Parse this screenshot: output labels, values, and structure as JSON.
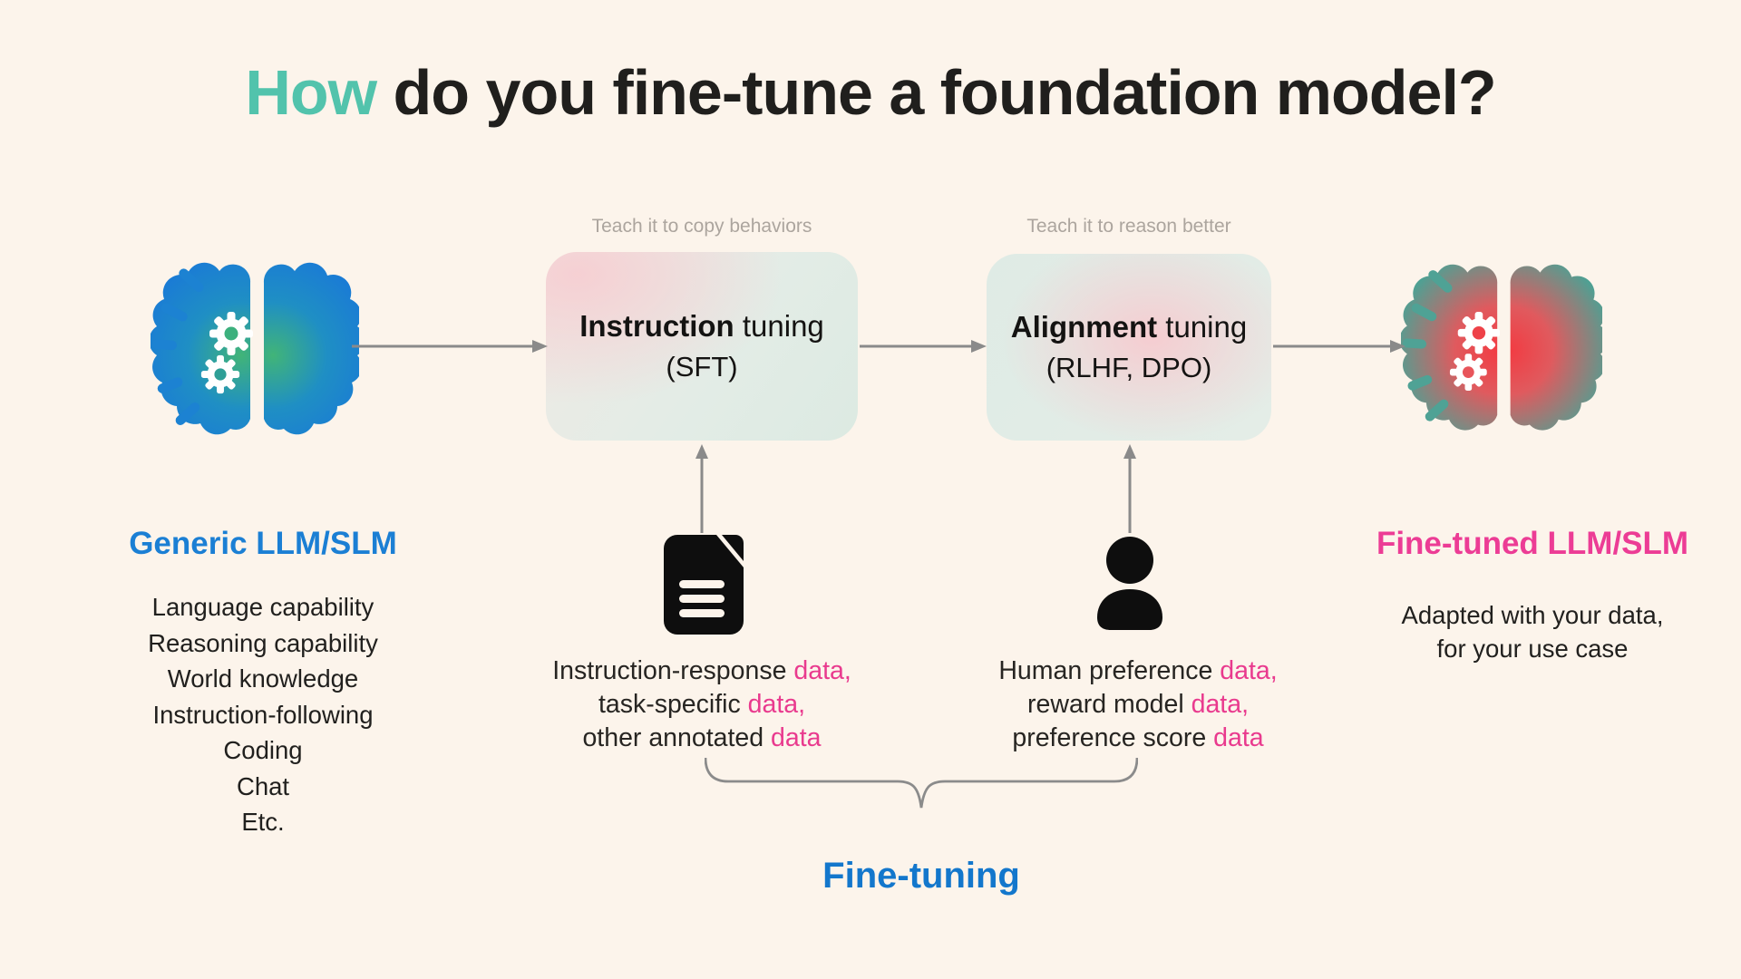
{
  "title": {
    "highlight": "How",
    "rest": " do you fine-tune a foundation model?"
  },
  "stages": {
    "instruction": {
      "caption": "Teach it to copy behaviors",
      "name_bold": "Instruction",
      "name_rest": " tuning",
      "subtitle": "(SFT)"
    },
    "alignment": {
      "caption": "Teach it to reason better",
      "name_bold": "Alignment",
      "name_rest": " tuning",
      "subtitle": "(RLHF, DPO)"
    }
  },
  "generic_model": {
    "heading": "Generic LLM/SLM",
    "capabilities": [
      "Language capability",
      "Reasoning capability",
      "World knowledge",
      "Instruction-following",
      "Coding",
      "Chat",
      "Etc."
    ]
  },
  "finetuned_model": {
    "heading": "Fine-tuned LLM/SLM",
    "line1": "Adapted with your data,",
    "line2": "for your use case"
  },
  "instruction_data": {
    "lines": [
      {
        "black": "Instruction-response ",
        "pink": "data,"
      },
      {
        "black": "task-specific ",
        "pink": "data,"
      },
      {
        "black": "other annotated ",
        "pink": "data"
      }
    ]
  },
  "alignment_data": {
    "lines": [
      {
        "black": "Human preference ",
        "pink": "data,"
      },
      {
        "black": "reward model ",
        "pink": "data,"
      },
      {
        "black": "preference score ",
        "pink": "data"
      }
    ]
  },
  "fine_tuning_label": "Fine-tuning",
  "colors": {
    "background": "#FCF4EB",
    "accent_teal": "#52C3AC",
    "accent_blue": "#1B7FD4",
    "accent_pink": "#E93A8E",
    "caption_gray": "#ACA59E",
    "arrow_gray": "#8A8A8A"
  }
}
